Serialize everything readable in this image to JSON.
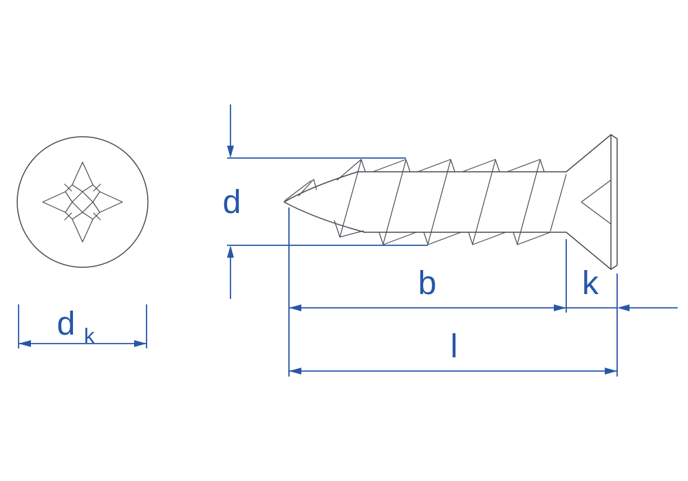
{
  "figure": {
    "background_color": "#ffffff",
    "drawing_line_color": "#474c52",
    "dimension_color": "#2856a8"
  },
  "dimensions": {
    "head_diameter": {
      "main": "d",
      "sub": "k"
    },
    "thread_diameter": {
      "label": "d"
    },
    "thread_length": {
      "label": "b"
    },
    "head_height": {
      "label": "k"
    },
    "overall_length": {
      "label": "l"
    }
  }
}
